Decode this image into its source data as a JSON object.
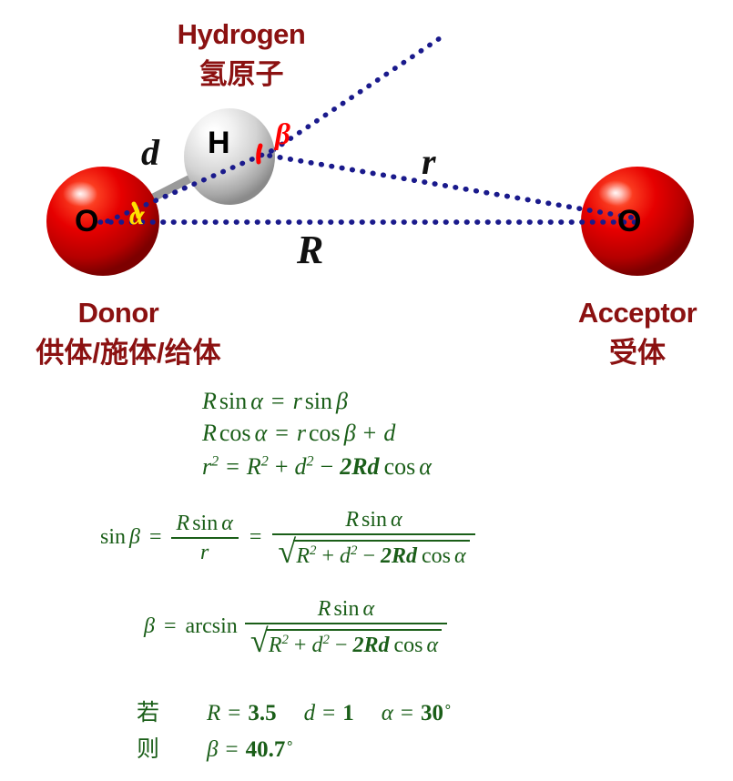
{
  "diagram": {
    "title": "Hydrogen bond geometry diagram",
    "labels": {
      "hydrogen_en": "Hydrogen",
      "hydrogen_cn": "氢原子",
      "donor_en": "Donor",
      "donor_cn": "供体/施体/给体",
      "acceptor_en": "Acceptor",
      "acceptor_cn": "受体",
      "donor_atom": "O",
      "hydrogen_atom": "H",
      "acceptor_atom": "O"
    },
    "distances": {
      "d": "d",
      "r": "r",
      "R": "R"
    },
    "angles": {
      "alpha": "α",
      "beta": "β"
    },
    "colors": {
      "oxygen": "#E00000",
      "hydrogen": "#E8E8E8",
      "line": "#1A1A8C",
      "heading": "#8B1111",
      "alpha": "#FFE000",
      "beta": "#FF0000",
      "formula": "#1A5E18"
    }
  },
  "formulas": {
    "eq1": {
      "lhs_R": "R",
      "lhs_sin": "sin",
      "lhs_alpha": "α",
      "eq": "=",
      "rhs_r": "r",
      "rhs_sin": "sin",
      "rhs_beta": "β"
    },
    "eq2": {
      "lhs_R": "R",
      "lhs_cos": "cos",
      "lhs_alpha": "α",
      "eq": "=",
      "rhs_r": "r",
      "rhs_cos": "cos",
      "rhs_beta": "β",
      "plus": "+",
      "rhs_d": "d"
    },
    "eq3": {
      "r": "r",
      "r_pow": "2",
      "eq": "=",
      "R": "R",
      "R_pow": "2",
      "plus": "+",
      "d": "d",
      "d_pow": "2",
      "minus": "−",
      "two_Rd": "2Rd",
      "cos": "cos",
      "alpha": "α"
    },
    "eq4": {
      "sin": "sin",
      "beta": "β",
      "eq1": "=",
      "num1_R": "R",
      "num1_sin": "sin",
      "num1_alpha": "α",
      "den1_r": "r",
      "eq2": "=",
      "num2_R": "R",
      "num2_sin": "sin",
      "num2_alpha": "α",
      "radsign": "√",
      "den2_R": "R",
      "den2_R_pow": "2",
      "den2_plus": "+",
      "den2_d": "d",
      "den2_d_pow": "2",
      "den2_minus": "−",
      "den2_2Rd": "2Rd",
      "den2_cos": "cos",
      "den2_alpha": "α"
    },
    "eq5": {
      "beta": "β",
      "eq": "=",
      "arcsin": "arcsin",
      "num_R": "R",
      "num_sin": "sin",
      "num_alpha": "α",
      "radsign": "√",
      "den_R": "R",
      "den_R_pow": "2",
      "den_plus": "+",
      "den_d": "d",
      "den_d_pow": "2",
      "den_minus": "−",
      "den_2Rd": "2Rd",
      "den_cos": "cos",
      "den_alpha": "α"
    },
    "given": {
      "word": "若",
      "R_var": "R",
      "R_eq": "=",
      "R_val": "3.5",
      "d_var": "d",
      "d_eq": "=",
      "d_val": "1",
      "alpha_var": "α",
      "alpha_eq": "=",
      "alpha_val": "30",
      "alpha_deg": "∘"
    },
    "result": {
      "word": "则",
      "beta_var": "β",
      "beta_eq": "=",
      "beta_val": "40.7",
      "beta_deg": "∘"
    }
  }
}
